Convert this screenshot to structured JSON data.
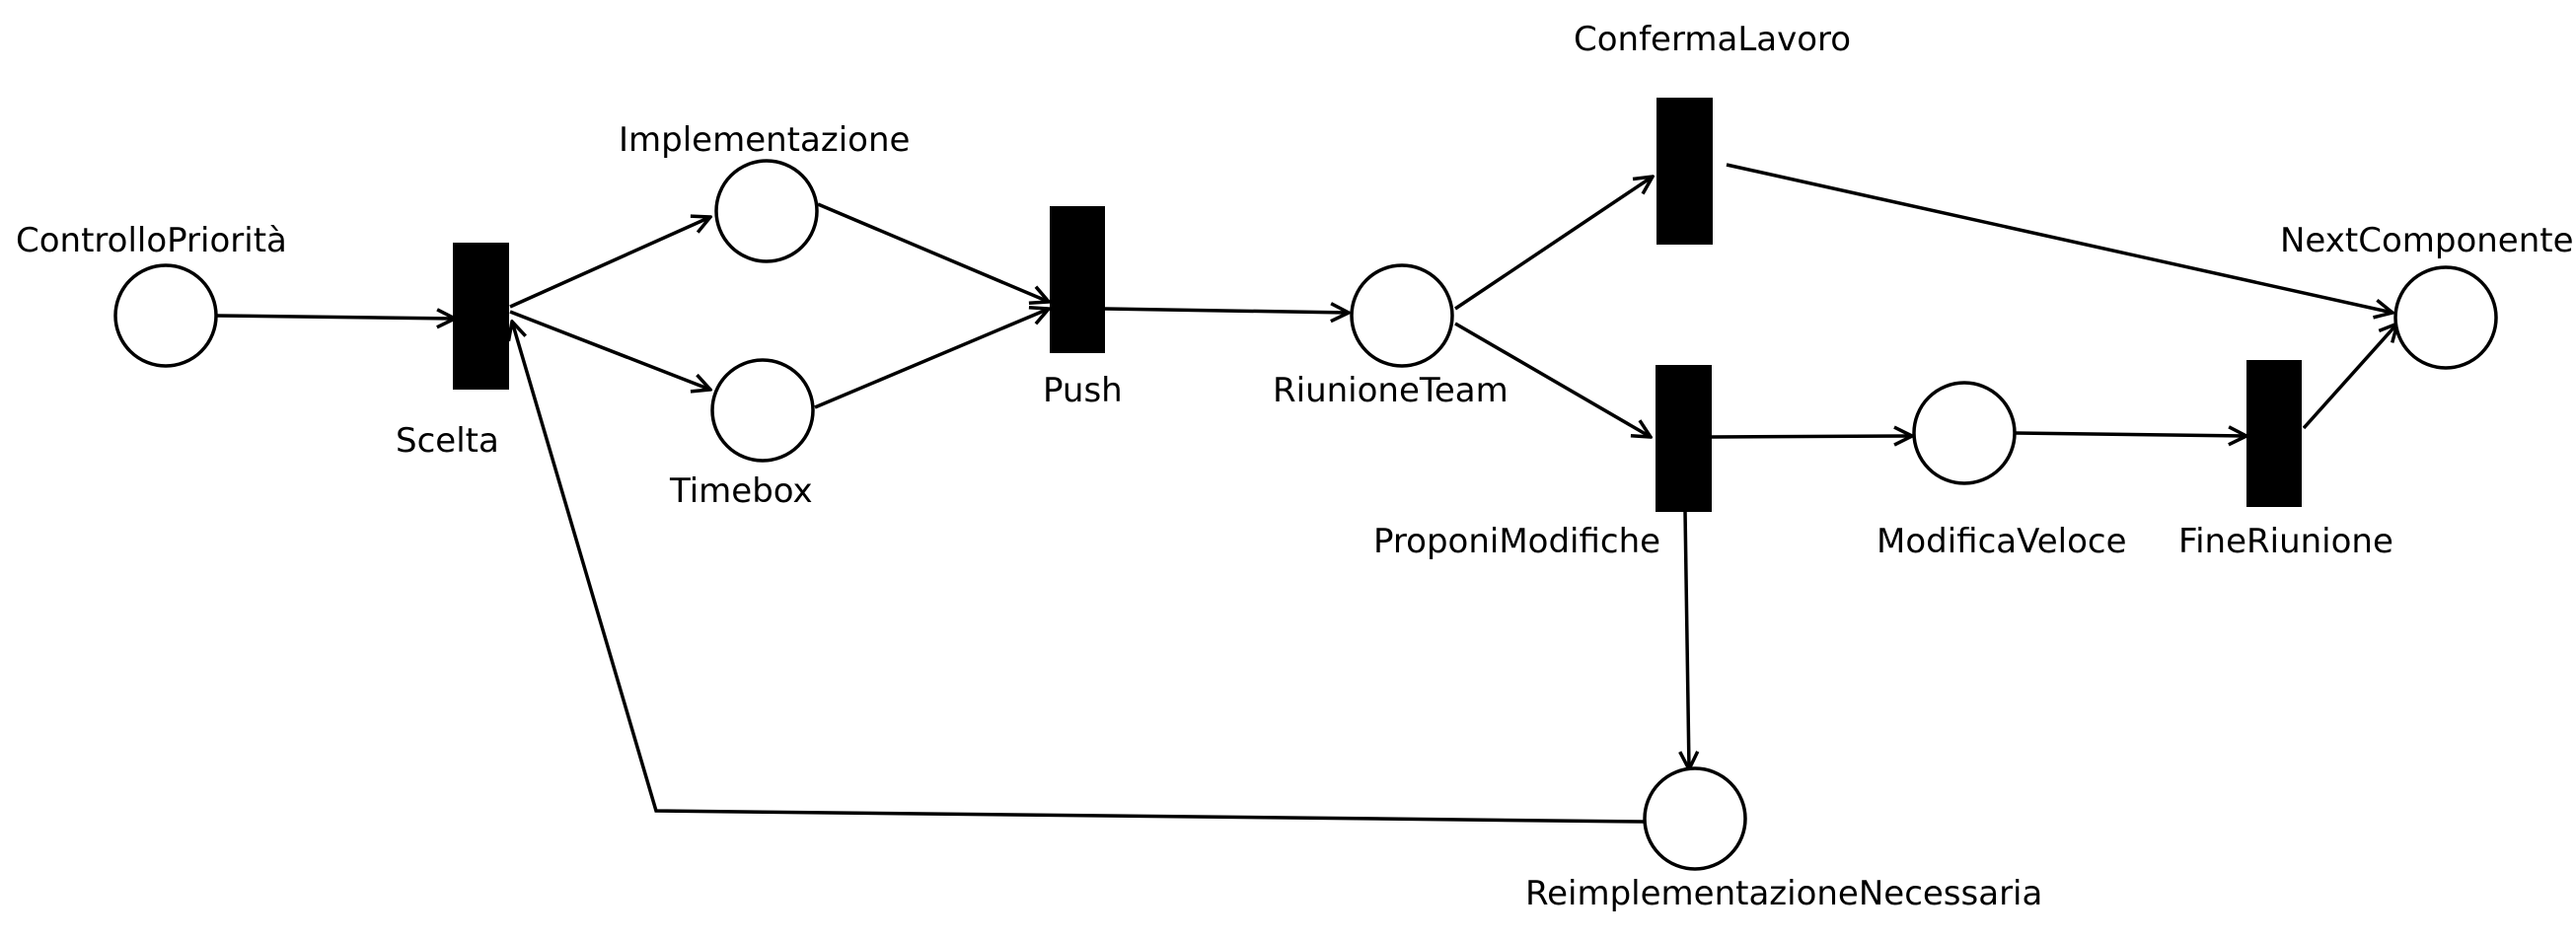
{
  "diagram": {
    "type": "petri-net",
    "colors": {
      "stroke": "#000000",
      "place_fill": "#ffffff",
      "transition_fill": "#000000",
      "background": "#ffffff"
    },
    "places": [
      {
        "id": "controllo",
        "label": "ControlloPriorità"
      },
      {
        "id": "implementazione",
        "label": "Implementazione"
      },
      {
        "id": "timebox",
        "label": "Timebox"
      },
      {
        "id": "riunione",
        "label": "RiunioneTeam"
      },
      {
        "id": "modifica",
        "label": "ModificaVeloce"
      },
      {
        "id": "next",
        "label": "NextComponente"
      },
      {
        "id": "reimpl",
        "label": "ReimplementazioneNecessaria"
      }
    ],
    "transitions": [
      {
        "id": "scelta",
        "label": "Scelta"
      },
      {
        "id": "push",
        "label": "Push"
      },
      {
        "id": "conferma",
        "label": "ConfermaLavoro"
      },
      {
        "id": "proponi",
        "label": "ProponiModifiche"
      },
      {
        "id": "fine",
        "label": "FineRiunione"
      }
    ],
    "arcs": [
      {
        "from": "controllo",
        "to": "scelta"
      },
      {
        "from": "scelta",
        "to": "implementazione"
      },
      {
        "from": "scelta",
        "to": "timebox"
      },
      {
        "from": "implementazione",
        "to": "push"
      },
      {
        "from": "timebox",
        "to": "push"
      },
      {
        "from": "push",
        "to": "riunione"
      },
      {
        "from": "riunione",
        "to": "conferma"
      },
      {
        "from": "riunione",
        "to": "proponi"
      },
      {
        "from": "conferma",
        "to": "next"
      },
      {
        "from": "proponi",
        "to": "modifica"
      },
      {
        "from": "modifica",
        "to": "fine"
      },
      {
        "from": "fine",
        "to": "next"
      },
      {
        "from": "proponi",
        "to": "reimpl"
      },
      {
        "from": "reimpl",
        "to": "scelta"
      }
    ]
  }
}
